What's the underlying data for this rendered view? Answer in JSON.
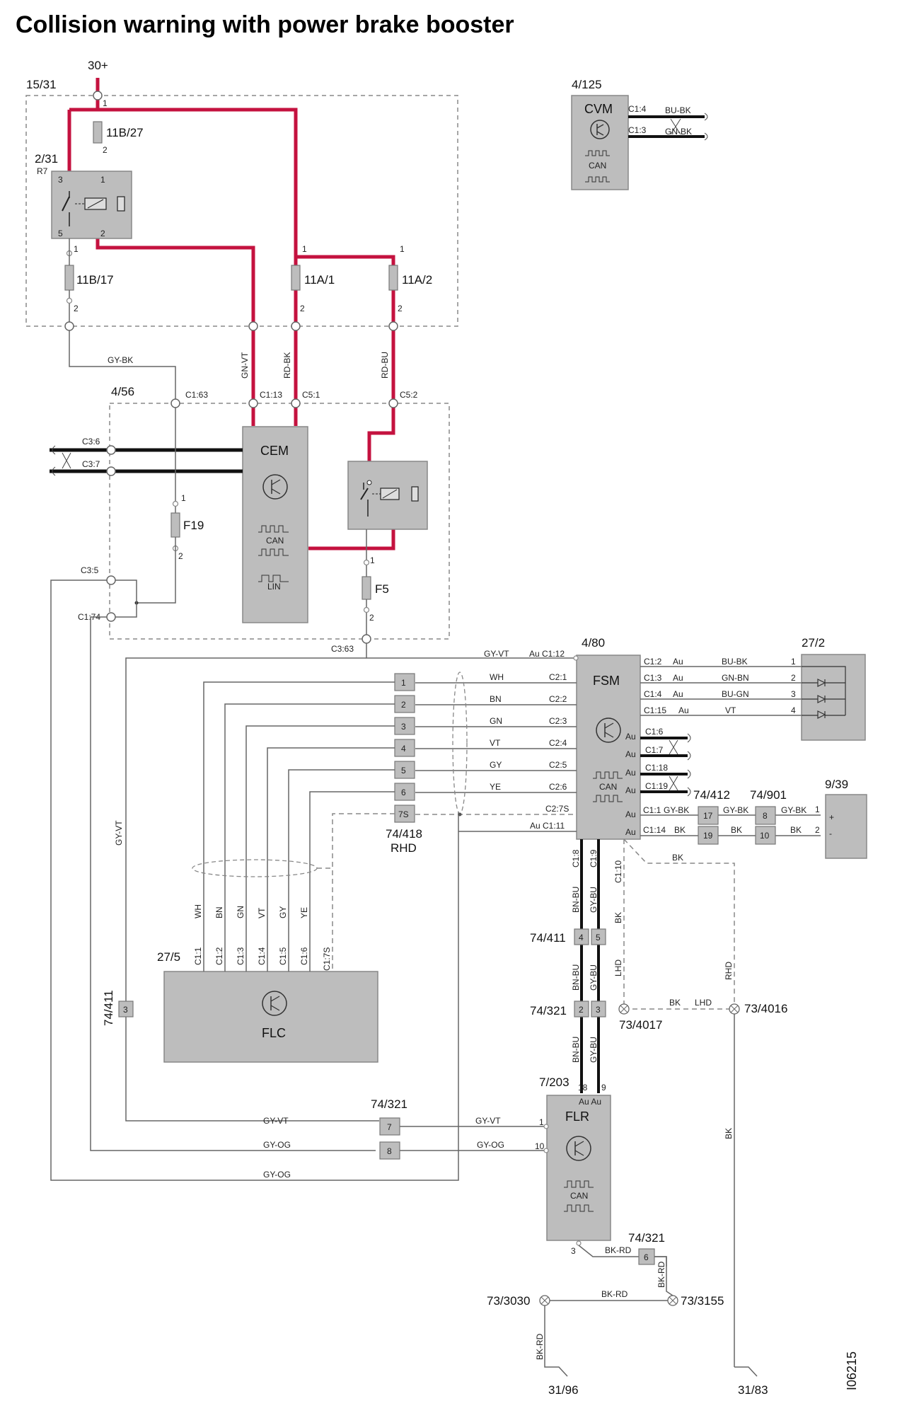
{
  "title": "Collision warning with power brake booster",
  "diagram_id": "I06215",
  "top_feed": "30+",
  "fuse_box": {
    "ref": "15/31",
    "relay": {
      "ref": "2/31",
      "sub": "R7",
      "pins": [
        "3",
        "1",
        "5",
        "2"
      ]
    },
    "fuses": [
      {
        "name": "11B/27",
        "pin_top": "1",
        "pin_bottom": "2"
      },
      {
        "name": "11B/17",
        "pin_top": "1",
        "pin_bottom": "2"
      },
      {
        "name": "11A/1",
        "pin_top": "1",
        "pin_bottom": "2"
      },
      {
        "name": "11A/2",
        "pin_top": "1",
        "pin_bottom": "2"
      }
    ],
    "relay_top_pin": "1"
  },
  "cvm": {
    "ref": "4/125",
    "name": "CVM",
    "can_label": "CAN",
    "pins": [
      {
        "pin": "C1:4",
        "wire": "BU-BK"
      },
      {
        "pin": "C1:3",
        "wire": "GN-BK"
      }
    ]
  },
  "top_wires": {
    "gy_bk": "GY-BK",
    "gn_vt": "GN-VT",
    "rd_bk": "RD-BK",
    "rd_bu": "RD-BU"
  },
  "cem_box": {
    "ref": "4/56",
    "name": "CEM",
    "can_label": "CAN",
    "lin_label": "LIN",
    "pins": {
      "c1_63": "C1:63",
      "c1_13": "C1:13",
      "c5_1": "C5:1",
      "c5_2": "C5:2",
      "c3_6": "C3:6",
      "c3_7": "C3:7",
      "c3_5": "C3:5",
      "c1_74": "C1:74",
      "c3_63": "C3:63"
    },
    "fuses": [
      {
        "name": "F19",
        "pin_top": "1",
        "pin_bottom": "2"
      },
      {
        "name": "F5",
        "pin_top": "1",
        "pin_bottom": "2"
      }
    ]
  },
  "fsm": {
    "ref": "4/80",
    "name": "FSM",
    "can_label": "CAN",
    "left_pins": [
      {
        "pin": "Au C1:12",
        "wire": "GY-VT"
      },
      {
        "pin": "C2:1",
        "wire": "WH"
      },
      {
        "pin": "C2:2",
        "wire": "BN"
      },
      {
        "pin": "C2:3",
        "wire": "GN"
      },
      {
        "pin": "C2:4",
        "wire": "VT"
      },
      {
        "pin": "C2:5",
        "wire": "GY"
      },
      {
        "pin": "C2:6",
        "wire": "YE"
      },
      {
        "pin": "C2:7S",
        "wire": ""
      },
      {
        "pin": "Au C1:11",
        "wire": ""
      }
    ],
    "right_pins": [
      {
        "pin": "C1:2",
        "au": "Au",
        "wire": "BU-BK"
      },
      {
        "pin": "C1:3",
        "au": "Au",
        "wire": "GN-BN"
      },
      {
        "pin": "C1:4",
        "au": "Au",
        "wire": "BU-GN"
      },
      {
        "pin": "C1:15",
        "au": "Au",
        "wire": "VT"
      }
    ],
    "can_pins": [
      "C1:6",
      "C1:7",
      "C1:18",
      "C1:19"
    ],
    "lower_pins": [
      {
        "pin": "C1:1",
        "wire": "GY-BK"
      },
      {
        "pin": "C1:14",
        "wire": "BK"
      }
    ],
    "bottom_pins": [
      "C1:8",
      "C1:9",
      "C1:10"
    ],
    "au": "Au"
  },
  "connector_418": {
    "ref": "74/418",
    "sub": "RHD",
    "pins": [
      "1",
      "2",
      "3",
      "4",
      "5",
      "6",
      "7S"
    ]
  },
  "led_27_2": {
    "ref": "27/2",
    "pins": [
      "1",
      "2",
      "3",
      "4"
    ]
  },
  "conn_74_412": {
    "ref": "74/412",
    "pins": [
      "17",
      "19"
    ],
    "wire_out": [
      "GY-BK",
      "BK"
    ]
  },
  "conn_74_901": {
    "ref": "74/901",
    "pins": [
      "8",
      "10"
    ],
    "wire_out": [
      "GY-BK",
      "BK"
    ]
  },
  "horn_9_39": {
    "ref": "9/39",
    "pins": [
      "1",
      "2"
    ],
    "signs": [
      "+",
      "-"
    ]
  },
  "flc": {
    "ref": "27/5",
    "name": "FLC",
    "pins": [
      "C1:1",
      "C1:2",
      "C1:3",
      "C1:4",
      "C1:5",
      "C1:6",
      "C1:7S"
    ],
    "wires": [
      "WH",
      "BN",
      "GN",
      "VT",
      "GY",
      "YE"
    ]
  },
  "left_wires": {
    "gy_vt": "GY-VT"
  },
  "conn_74_411_left": {
    "ref": "74/411",
    "pin": "3"
  },
  "conn_74_411": {
    "ref": "74/411",
    "pins": [
      "4",
      "5"
    ]
  },
  "conn_74_321_mid": {
    "ref": "74/321",
    "pins": [
      "2",
      "3"
    ]
  },
  "bus_wires": {
    "bn_bu": "BN-BU",
    "gy_bu": "GY-BU",
    "bk": "BK",
    "lhd": "LHD",
    "rhd": "RHD"
  },
  "grounds": [
    {
      "ref": "73/4017"
    },
    {
      "ref": "73/4016"
    },
    {
      "ref": "73/3030"
    },
    {
      "ref": "73/3155"
    }
  ],
  "flr": {
    "ref": "7/203",
    "name": "FLR",
    "can_label": "CAN",
    "top_pins": [
      "18",
      "9"
    ],
    "au": "Au Au",
    "left_pins": [
      {
        "pin": "1",
        "wire": "GY-VT"
      },
      {
        "pin": "10",
        "wire": "GY-OG"
      }
    ],
    "bottom_pin": "3"
  },
  "conn_74_321_low": {
    "ref": "74/321",
    "pins": [
      "7",
      "8"
    ]
  },
  "conn_74_321_bot": {
    "ref": "74/321",
    "pin": "6"
  },
  "bottom_wires": {
    "gy_vt": "GY-VT",
    "gy_og": "GY-OG",
    "bk_rd": "BK-RD"
  },
  "ground_points": [
    {
      "ref": "31/96"
    },
    {
      "ref": "31/83"
    }
  ]
}
